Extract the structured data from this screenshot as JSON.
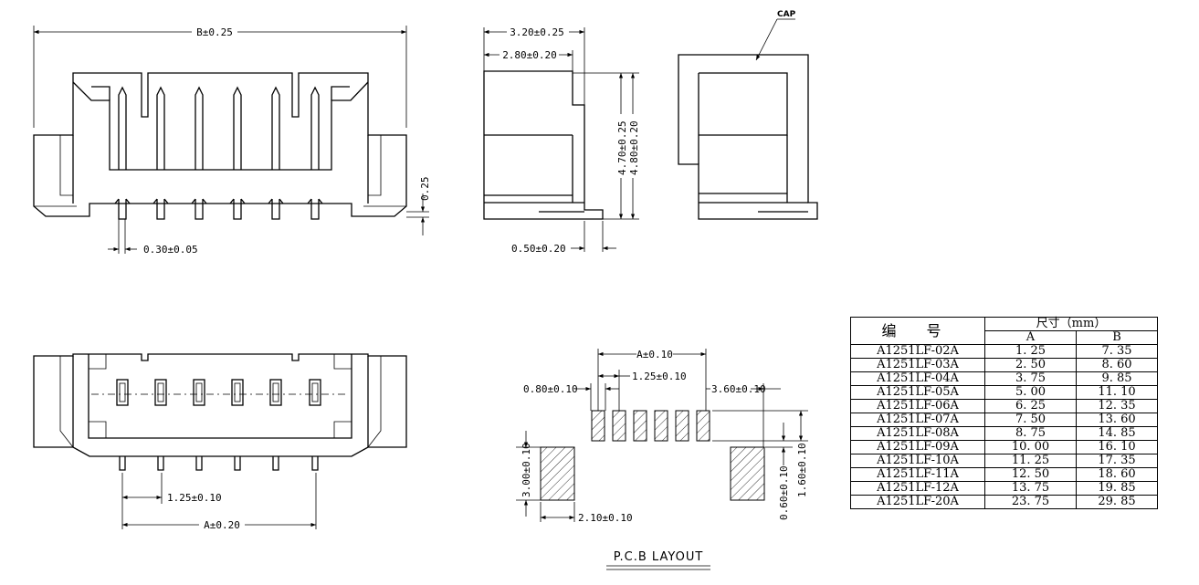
{
  "dimensions": {
    "front_width": "B±0.25",
    "depth_outer": "3.20±0.25",
    "depth_inner": "2.80±0.20",
    "height_1": "4.70±0.25",
    "height_2": "4.80±0.20",
    "pin_width": "0.30±0.05",
    "standoff": "0.25",
    "tab_length": "0.50±0.20",
    "cap_label": "CAP",
    "bottom_pitch": "1.25±0.10",
    "bottom_span": "A±0.20",
    "pcb_span": "A±0.10",
    "pcb_pitch": "1.25±0.10",
    "pad_width": "0.80±0.10",
    "pad_offset": "3.60±0.10",
    "pad_height_big": "3.00±0.10",
    "pad_width_big": "2.10±0.10",
    "pad_height_small": "1.60±0.10",
    "pad_gap": "0.60±0.10",
    "pcb_layout_title": "P.C.B LAYOUT"
  },
  "table": {
    "header_part": "编 号",
    "header_size": "尺寸（mm）",
    "col_a": "A",
    "col_b": "B",
    "rows": [
      {
        "part": "A1251LF-02A",
        "a": "1. 25",
        "b": "7. 35"
      },
      {
        "part": "A1251LF-03A",
        "a": "2. 50",
        "b": "8. 60"
      },
      {
        "part": "A1251LF-04A",
        "a": "3. 75",
        "b": "9. 85"
      },
      {
        "part": "A1251LF-05A",
        "a": "5. 00",
        "b": "11. 10"
      },
      {
        "part": "A1251LF-06A",
        "a": "6. 25",
        "b": "12. 35"
      },
      {
        "part": "A1251LF-07A",
        "a": "7. 50",
        "b": "13. 60"
      },
      {
        "part": "A1251LF-08A",
        "a": "8. 75",
        "b": "14. 85"
      },
      {
        "part": "A1251LF-09A",
        "a": "10. 00",
        "b": "16. 10"
      },
      {
        "part": "A1251LF-10A",
        "a": "11. 25",
        "b": "17. 35"
      },
      {
        "part": "A1251LF-11A",
        "a": "12. 50",
        "b": "18. 60"
      },
      {
        "part": "A1251LF-12A",
        "a": "13. 75",
        "b": "19. 85"
      },
      {
        "part": "A1251LF-20A",
        "a": "23. 75",
        "b": "29. 85"
      }
    ]
  }
}
